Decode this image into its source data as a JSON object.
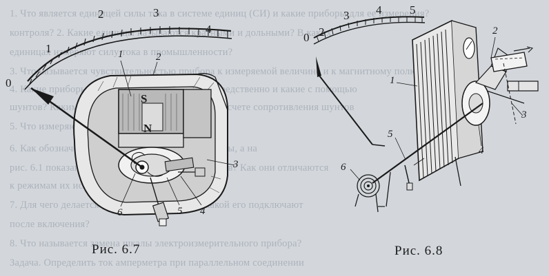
{
  "background_lines": [
    "1. Что является единицей силы тока в системе единиц (СИ) и какие приборы для ее измерения?",
    "контроля? 2. Какие единицы называются кратными и дольными? В каких",
    "единицах измеряют силу тока в промышленности?",
    "3. Что называется чувствительностью прибора к измеряемой величине и к магнитному полю?",
    "4. Какие приборы измеряют ток (до 6 кА) непосредственно и какие с помощью",
    "шунтов? Какими проводами соединяют их при расчете сопротивления шунтов",
    "5. Что измеряют электродинамические приборы?",
    "6. Как обозначены электроизмерительные приборы, а на",
    "рис. 6.1 показаны условные обозначения приборов? Как они отличаются",
    "к режимам их использования?",
    "7. Для чего делается шунт к амперметру и в какой его подключают",
    "после включения?",
    "8. Что называется замена шкалы электроизмерительного прибора?",
    "Задача. Определить ток амперметра при параллельном соединении"
  ],
  "figure_67": {
    "caption": "Рис. 6.7",
    "scale_marks": [
      "0",
      "1",
      "2",
      "3",
      "4"
    ],
    "pole_labels": [
      "S",
      "N"
    ],
    "part_labels": [
      "1",
      "2",
      "3",
      "4",
      "5",
      "6"
    ]
  },
  "figure_68": {
    "caption": "Рис. 6.8",
    "scale_marks": [
      "0",
      "2",
      "3",
      "4",
      "5"
    ],
    "part_labels": [
      "1",
      "2",
      "3",
      "4",
      "5",
      "6"
    ]
  }
}
